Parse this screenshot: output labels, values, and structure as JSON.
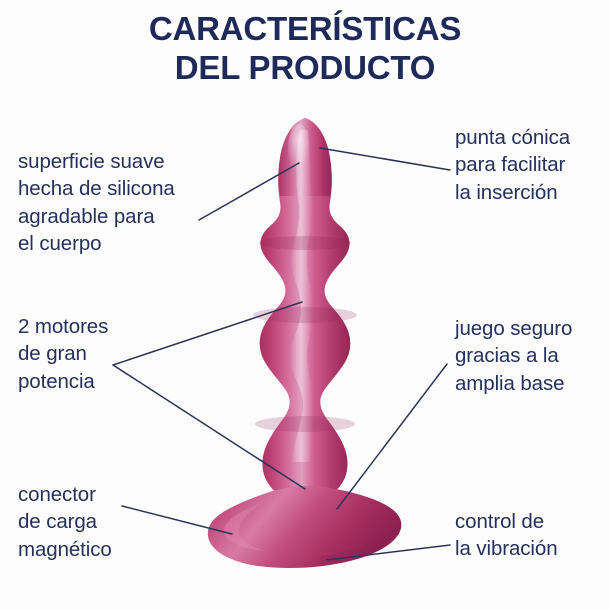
{
  "title": {
    "line1": "CARACTERÍSTICAS",
    "line2": "DEL PRODUCTO"
  },
  "colors": {
    "background": "#fdfdfd",
    "title_text": "#1e2a5a",
    "label_text": "#26305c",
    "leader_line": "#2b3358",
    "product_pink_light": "#d9709e",
    "product_pink_mid": "#c2487d",
    "product_pink_dark": "#9e2c5d",
    "product_highlight": "#e9a2c2"
  },
  "callouts": {
    "surface": {
      "side": "left",
      "lines": [
        "superficie suave",
        "hecha de silicona",
        "agradable para",
        "el cuerpo"
      ]
    },
    "motors": {
      "side": "left",
      "lines": [
        "2 motores",
        "de gran",
        "potencia"
      ]
    },
    "connector": {
      "side": "left",
      "lines": [
        "conector",
        "de carga",
        "magnético"
      ]
    },
    "tip": {
      "side": "right",
      "lines": [
        "punta cónica",
        "para facilitar",
        "la inserción"
      ]
    },
    "base": {
      "side": "right",
      "lines": [
        "juego seguro",
        "gracias a la",
        "amplia base"
      ]
    },
    "control": {
      "side": "right",
      "lines": [
        "control de",
        "la vibración"
      ]
    }
  },
  "product": {
    "name": "beaded-anal-plug",
    "description": "Tapón anal de silicona rosa con forma de cuentas y base ancha"
  }
}
